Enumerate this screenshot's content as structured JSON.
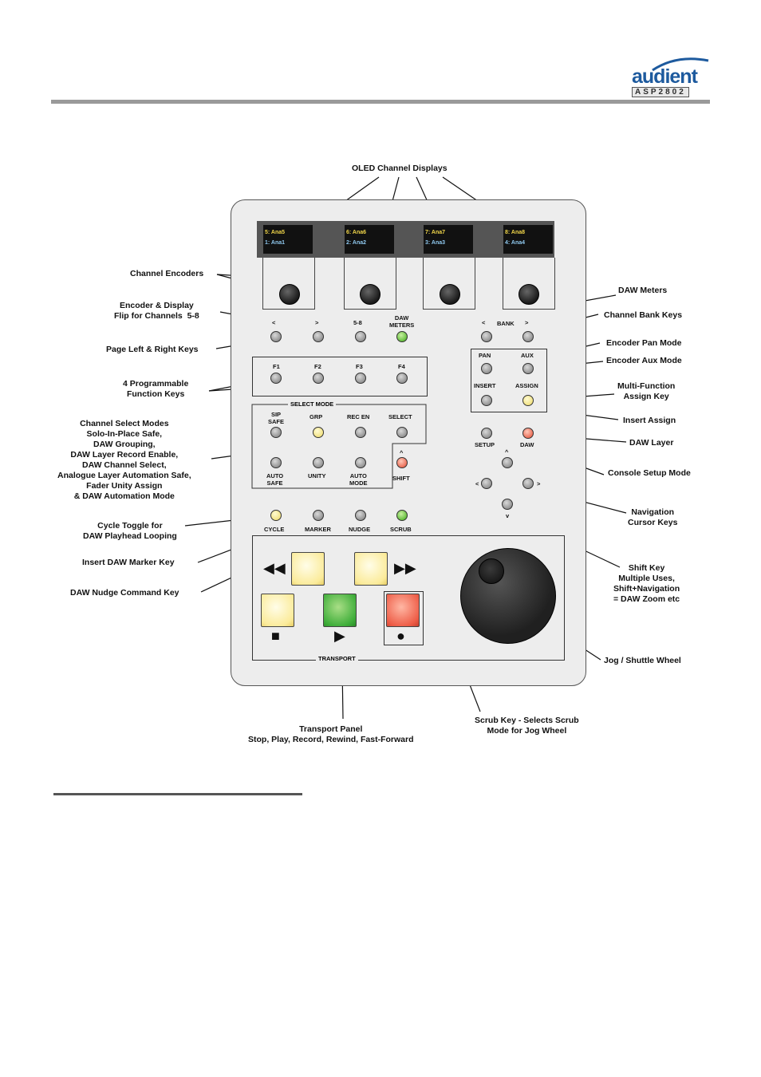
{
  "logo": {
    "brand": "audient",
    "model": "ASP2802"
  },
  "oled": [
    {
      "line1": "5: Ana5",
      "line2": "1: Ana1"
    },
    {
      "line1": "6: Ana6",
      "line2": "2: Ana2"
    },
    {
      "line1": "7: Ana7",
      "line2": "3: Ana3"
    },
    {
      "line1": "8: Ana8",
      "line2": "4: Ana4"
    }
  ],
  "panel_labels": {
    "page_left": "<",
    "page_right": ">",
    "flip": "5-8",
    "daw_meters": "DAW\nMETERS",
    "bank_left": "<",
    "bank": "BANK",
    "bank_right": ">",
    "f1": "F1",
    "f2": "F2",
    "f3": "F3",
    "f4": "F4",
    "pan": "PAN",
    "aux": "AUX",
    "insert": "INSERT",
    "assign": "ASSIGN",
    "select_mode": "SELECT MODE",
    "sip_safe": "SIP\nSAFE",
    "grp": "GRP",
    "rec_en": "REC EN",
    "select": "SELECT",
    "auto_safe": "AUTO\nSAFE",
    "unity": "UNITY",
    "auto_mode": "AUTO\nMODE",
    "shift_caret": "^",
    "shift": "SHIFT",
    "setup": "SETUP",
    "daw": "DAW",
    "nav_up": "^",
    "nav_left": "<",
    "nav_right": ">",
    "nav_down": "v",
    "cycle": "CYCLE",
    "marker": "MARKER",
    "nudge": "NUDGE",
    "scrub": "SCRUB",
    "transport": "TRANSPORT"
  },
  "transport_symbols": {
    "rewind": "◀◀",
    "ffwd": "▶▶",
    "stop": "■",
    "play": "▶",
    "record": "●"
  },
  "callouts": {
    "oled": "OLED Channel Displays",
    "encoders": "Channel Encoders",
    "flip": "Encoder & Display\nFlip for Channels  5-8",
    "page": "Page Left & Right Keys",
    "func": "4 Programmable\nFunction Keys",
    "select_modes": "Channel Select Modes\nSolo-In-Place Safe,\nDAW Grouping,\nDAW Layer Record Enable,\nDAW Channel Select,\nAnalogue Layer Automation Safe,\nFader Unity Assign\n& DAW Automation Mode",
    "cycle": "Cycle Toggle for\nDAW Playhead Looping",
    "marker": "Insert DAW Marker Key",
    "nudge": "DAW Nudge Command Key",
    "daw_meters": "DAW Meters",
    "bank": "Channel Bank Keys",
    "pan": "Encoder Pan Mode",
    "aux": "Encoder Aux Mode",
    "assign": "Multi-Function\nAssign Key",
    "insert": "Insert Assign",
    "daw_layer": "DAW Layer",
    "setup": "Console Setup Mode",
    "nav": "Navigation\nCursor Keys",
    "shift": "Shift Key\nMultiple Uses,\nShift+Navigation\n= DAW Zoom etc",
    "jog": "Jog / Shuttle Wheel",
    "transport": "Transport Panel\nStop, Play, Record, Rewind, Fast-Forward",
    "scrub": "Scrub Key - Selects Scrub\nMode for Jog Wheel"
  }
}
